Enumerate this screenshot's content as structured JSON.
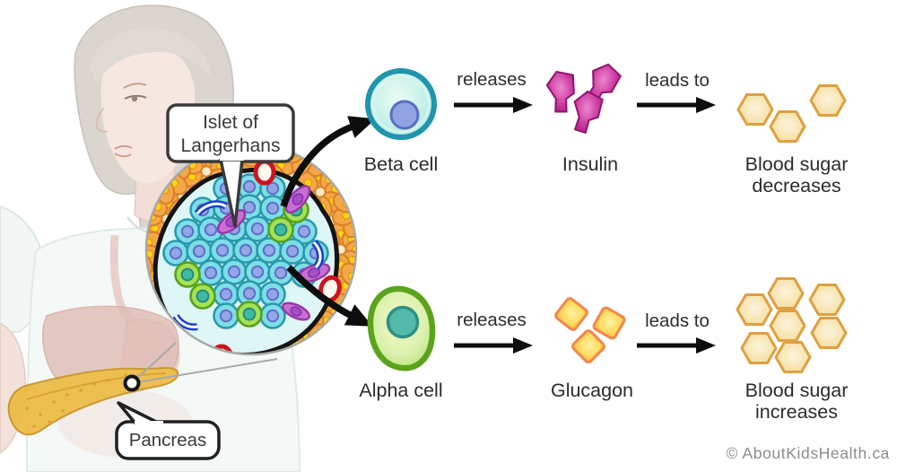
{
  "title": "Pancreas islet of Langerhans hormone diagram",
  "callouts": {
    "islet_line1": "Islet of",
    "islet_line2": "Langerhans",
    "pancreas": "Pancreas"
  },
  "beta_row": {
    "cell_label": "Beta cell",
    "releases_label": "releases",
    "hormone_label": "Insulin",
    "leads_to_label": "leads to",
    "outcome_line1": "Blood sugar",
    "outcome_line2": "decreases"
  },
  "alpha_row": {
    "cell_label": "Alpha cell",
    "releases_label": "releases",
    "hormone_label": "Glucagon",
    "leads_to_label": "leads to",
    "outcome_line1": "Blood sugar",
    "outcome_line2": "increases"
  },
  "footer": {
    "credit": "© AboutKidsHealth.ca"
  },
  "icons": [
    "girl-illustration",
    "pancreas-icon",
    "magnifier-marker-icon",
    "islet-circle-icon",
    "beta-cell-icon",
    "alpha-cell-icon",
    "insulin-icon",
    "glucagon-icon",
    "glucose-hexagon-icon",
    "arrow-right-icon",
    "curved-arrow-icon",
    "speech-bubble-icon"
  ],
  "colors": {
    "beta_cell_teal": "#2095AC",
    "beta_nucleus_periwinkle": "#92A3E4",
    "alpha_cell_green": "#5CA31D",
    "alpha_nucleus_teal": "#54BBAA",
    "insulin_magenta": "#C0278E",
    "glucagon_orange": "#FFBE45",
    "glucose_amber": "#DFA040",
    "acinar_orange": "#F4A847",
    "islet_cell_cyan": "#7EDEE8",
    "callout_border": "#3A3A3A",
    "label_text": "#2B2B2B",
    "credit_gray": "#8C8C8C",
    "background": "#FFFFFF"
  }
}
